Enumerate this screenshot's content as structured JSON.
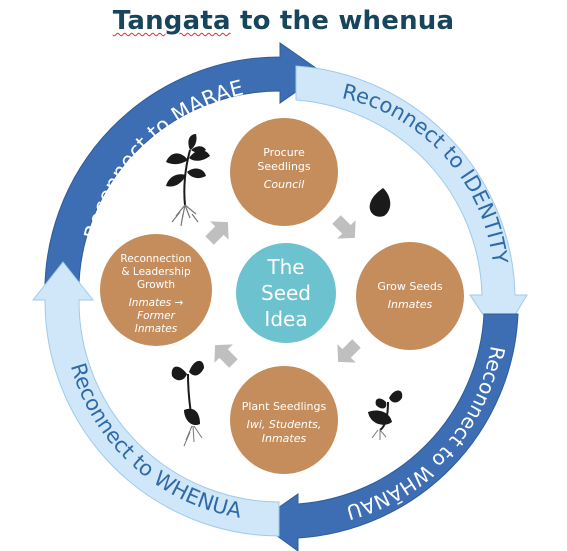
{
  "title": {
    "word1": "Tangata",
    "rest": " to the whenua"
  },
  "ring_labels": {
    "marae": "Reconnect to MARAE",
    "identity": "Reconnect to IDENTITY",
    "whanau": "Reconnect to WHĀNAU",
    "whenua": "Reconnect to WHENUA"
  },
  "center": {
    "line1": "The",
    "line2": "Seed",
    "line3": "Idea"
  },
  "steps": {
    "procure": {
      "line1": "Procure",
      "line2": "Seedlings",
      "sub": "Council"
    },
    "grow": {
      "line1": "Grow Seeds",
      "sub": "Inmates"
    },
    "plant": {
      "line1": "Plant Seedlings",
      "sub1": "Iwi, Students,",
      "sub2": "Inmates"
    },
    "reconnection": {
      "line1": "Reconnection",
      "line2": "& Leadership",
      "line3": "Growth",
      "sub1": "Inmates →",
      "sub2": "Former",
      "sub3": "Inmates"
    }
  },
  "colors": {
    "title": "#17465c",
    "ring_dark": "#3d6eb3",
    "ring_light": "#cfe7f8",
    "ring_text_dark": "#ffffff",
    "ring_text_light": "#2f6aa8",
    "step_circle": "#c68d5c",
    "center_circle": "#6cc2cf",
    "small_arrow": "#bfbfbf",
    "plant": "#1a1a1a"
  }
}
